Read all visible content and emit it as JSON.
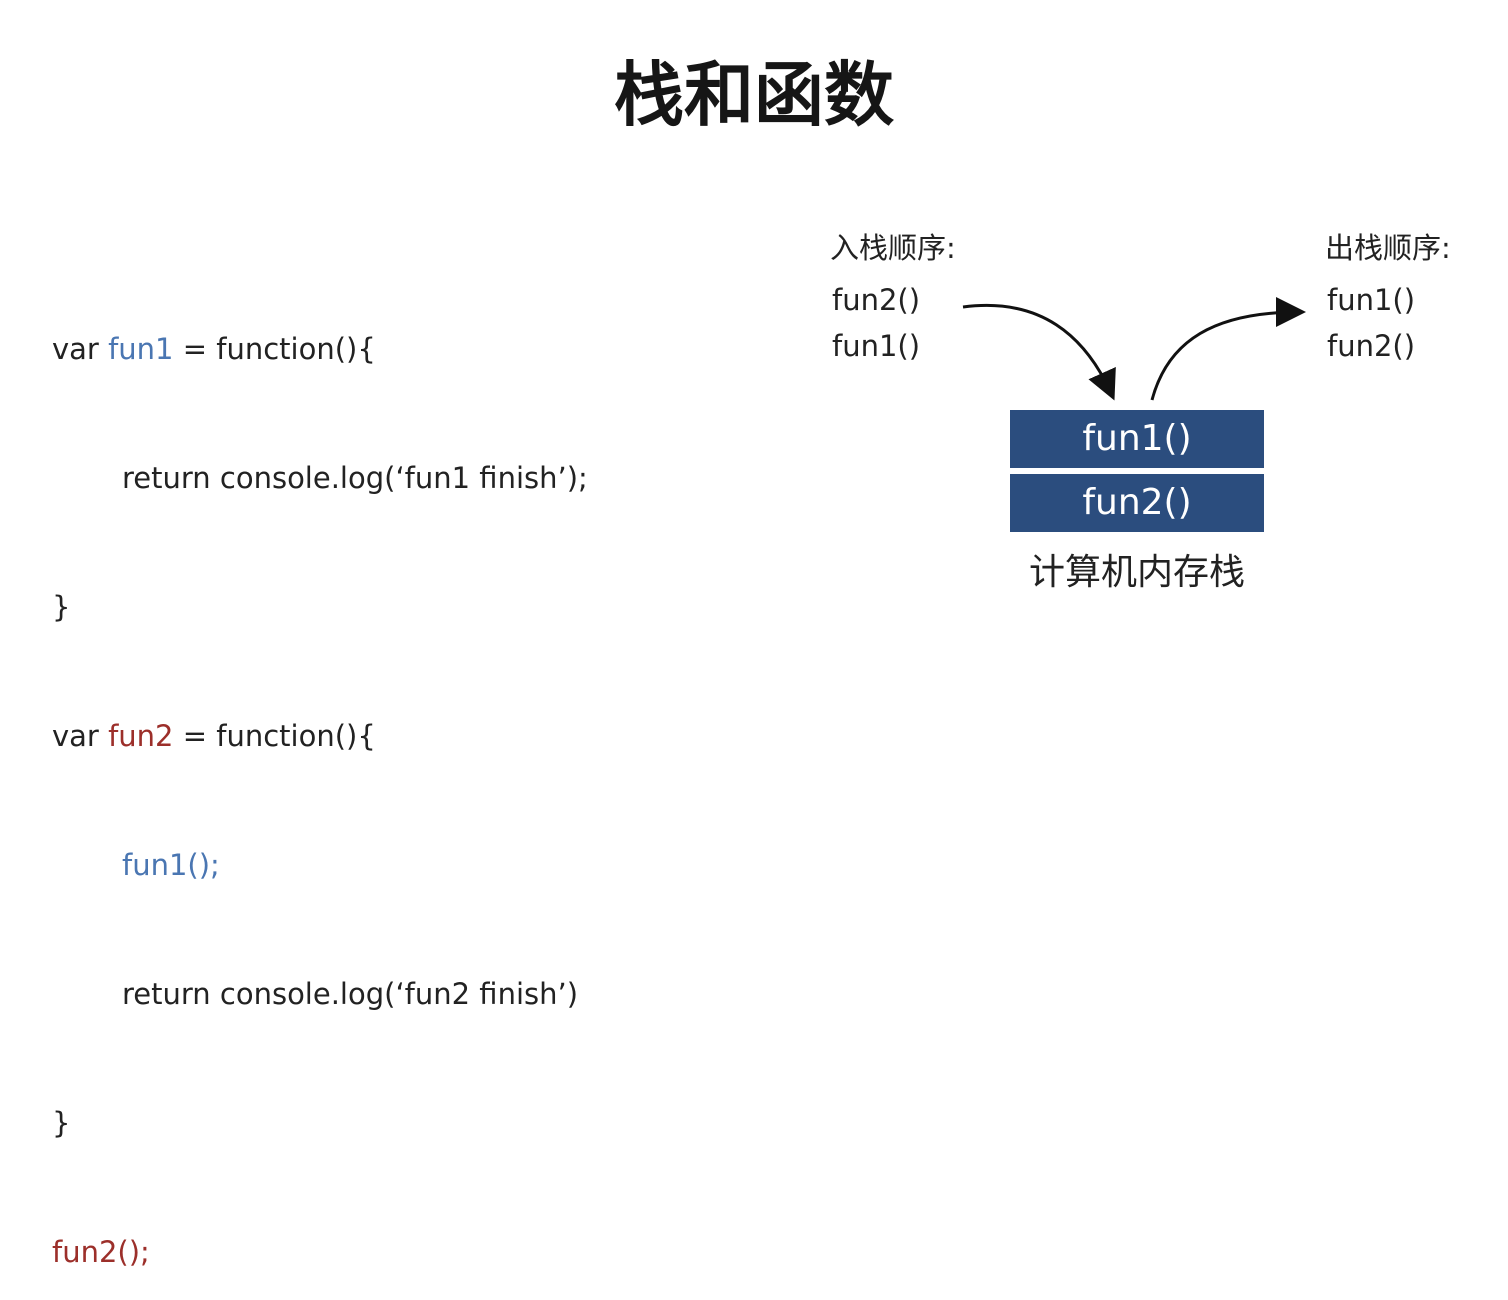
{
  "title": "栈和函数",
  "code": {
    "line1": {
      "kw": "var ",
      "name": "fun1",
      "rest": " = function(){"
    },
    "line2": {
      "text": "return console.log(‘fun1 finish’);"
    },
    "line3": {
      "text": "}"
    },
    "line4": {
      "kw": "var ",
      "name": "fun2",
      "rest": " = function(){"
    },
    "line5": {
      "text": "fun1();"
    },
    "line6": {
      "text": "return console.log(‘fun2 finish’)"
    },
    "line7": {
      "text": "}"
    },
    "line8": {
      "text": "fun2();"
    }
  },
  "push_order": {
    "heading": "入栈顺序:",
    "items": [
      "fun2()",
      "fun1()"
    ]
  },
  "pop_order": {
    "heading": "出栈顺序:",
    "items": [
      "fun1()",
      "fun2()"
    ]
  },
  "stack": {
    "frames": [
      "fun1()",
      "fun2()"
    ],
    "caption": "计算机内存栈",
    "frame_color": "#2b4d7e"
  },
  "colors": {
    "fun1_highlight": "#4a76b2",
    "fun2_highlight": "#9c2f2a"
  }
}
